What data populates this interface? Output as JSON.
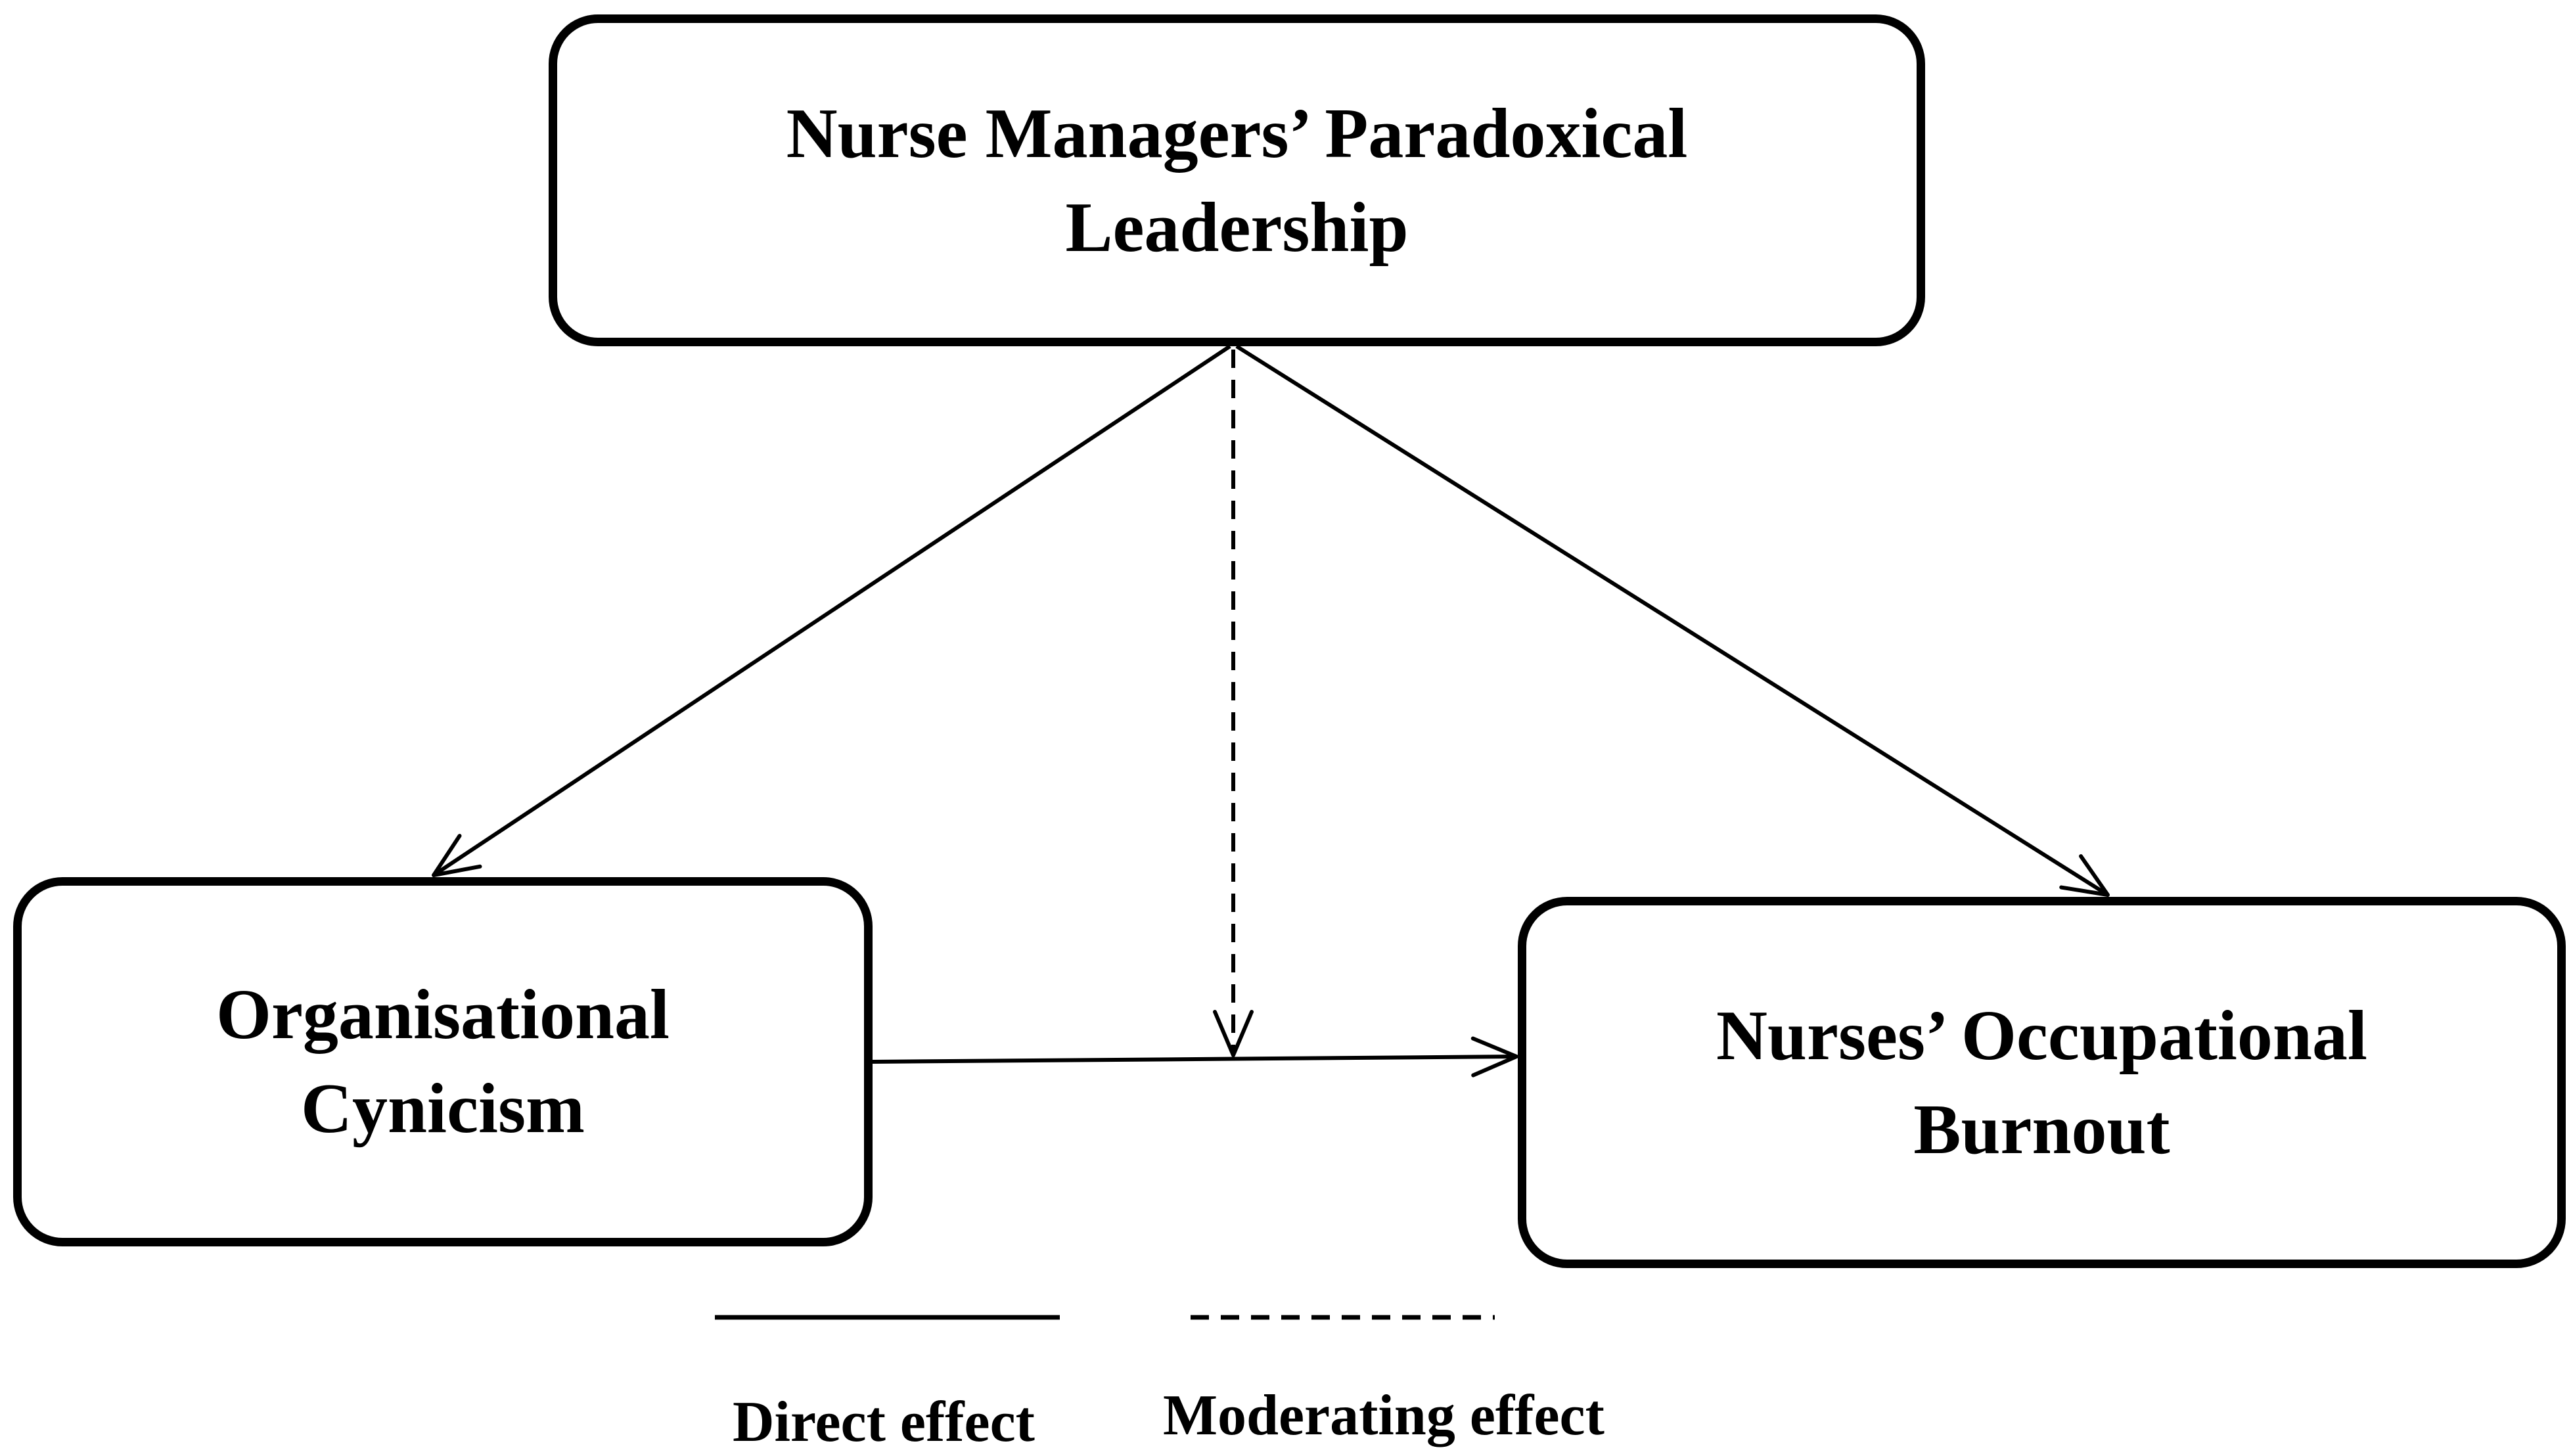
{
  "diagram": {
    "nodes": {
      "top": {
        "label": "Nurse Managers’ Paradoxical\nLeadership"
      },
      "left": {
        "label": "Organisational\nCynicism"
      },
      "right": {
        "label": "Nurses’ Occupational\nBurnout"
      }
    },
    "edges": [
      {
        "from": "Nurse Managers’ Paradoxical Leadership",
        "to": "Organisational Cynicism",
        "style": "solid"
      },
      {
        "from": "Nurse Managers’ Paradoxical Leadership",
        "to": "Nurses’ Occupational Burnout",
        "style": "solid"
      },
      {
        "from": "Organisational Cynicism",
        "to": "Nurses’ Occupational Burnout",
        "style": "solid"
      },
      {
        "from": "Nurse Managers’ Paradoxical Leadership",
        "to": "Organisational Cynicism → Nurses’ Occupational Burnout path",
        "style": "dashed"
      }
    ],
    "legend": {
      "direct": "Direct effect",
      "moderating": "Moderating effect"
    }
  }
}
